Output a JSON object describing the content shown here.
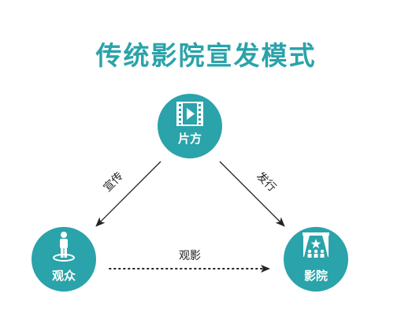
{
  "title": "传统影院宣发模式",
  "colors": {
    "accent": "#2aa3aa",
    "title": "#2aa3aa",
    "node_fill": "#2aa3aa",
    "node_text": "#ffffff",
    "arrow": "#222222"
  },
  "nodes": {
    "producer": {
      "label": "片方",
      "icon": "film-play-icon"
    },
    "audience": {
      "label": "观众",
      "icon": "person-standing-icon"
    },
    "cinema": {
      "label": "影院",
      "icon": "theater-curtain-icon"
    }
  },
  "edges": {
    "promotion": {
      "label": "宣传",
      "from": "producer",
      "to": "audience",
      "style": "solid"
    },
    "distribution": {
      "label": "发行",
      "from": "producer",
      "to": "cinema",
      "style": "solid"
    },
    "viewing": {
      "label": "观影",
      "from": "audience",
      "to": "cinema",
      "style": "dotted"
    }
  }
}
